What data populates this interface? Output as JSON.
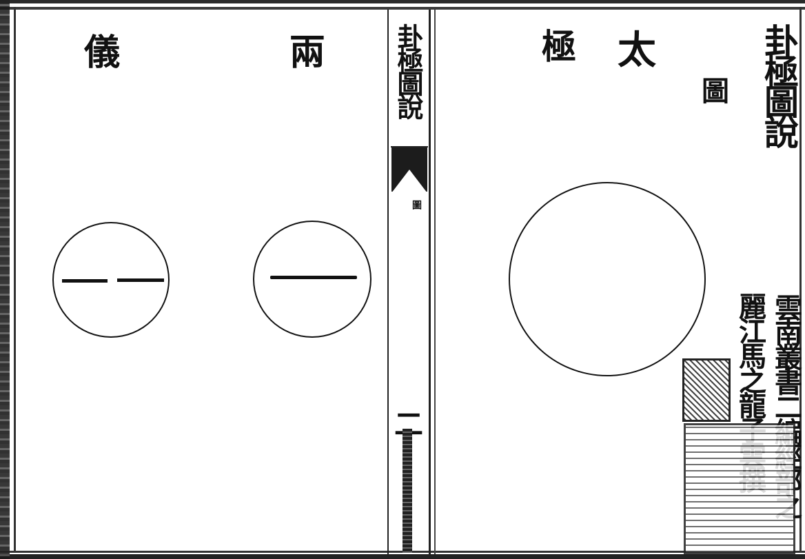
{
  "left_page": {
    "title_right": "兩",
    "title_left": "儀"
  },
  "spine": {
    "title": "卦極圖說",
    "tu": "圖",
    "page_num": "二"
  },
  "right_page": {
    "title_taiji": "太",
    "title_ji": "極",
    "tu": "圖",
    "book_title": "卦極圖說",
    "series": "雲南叢書二編經部之",
    "author": "麗江馬之龍子雲撰"
  }
}
